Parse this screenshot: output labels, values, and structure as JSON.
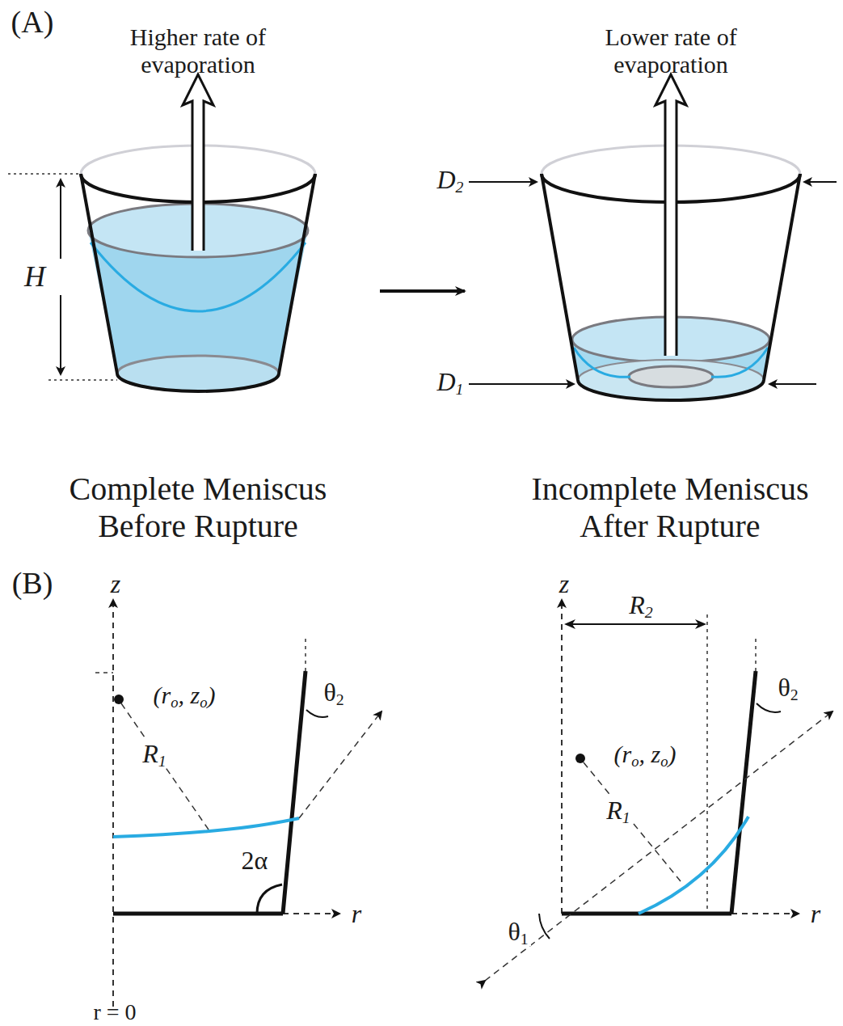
{
  "diagram": {
    "labels": [
      "(A)",
      "Higher rate of evaporation",
      "Lower rate of evaporation",
      "H",
      "D2",
      "D1",
      "Complete Meniscus Before Rupture",
      "Incomplete Meniscus After Rupture",
      "(B)",
      "z",
      "(ro, zo)",
      "R1",
      "θ2",
      "2α",
      "r",
      "r = 0",
      "z",
      "R2",
      "(ro, zo)",
      "R1",
      "θ2",
      "θ1",
      "r"
    ]
  }
}
